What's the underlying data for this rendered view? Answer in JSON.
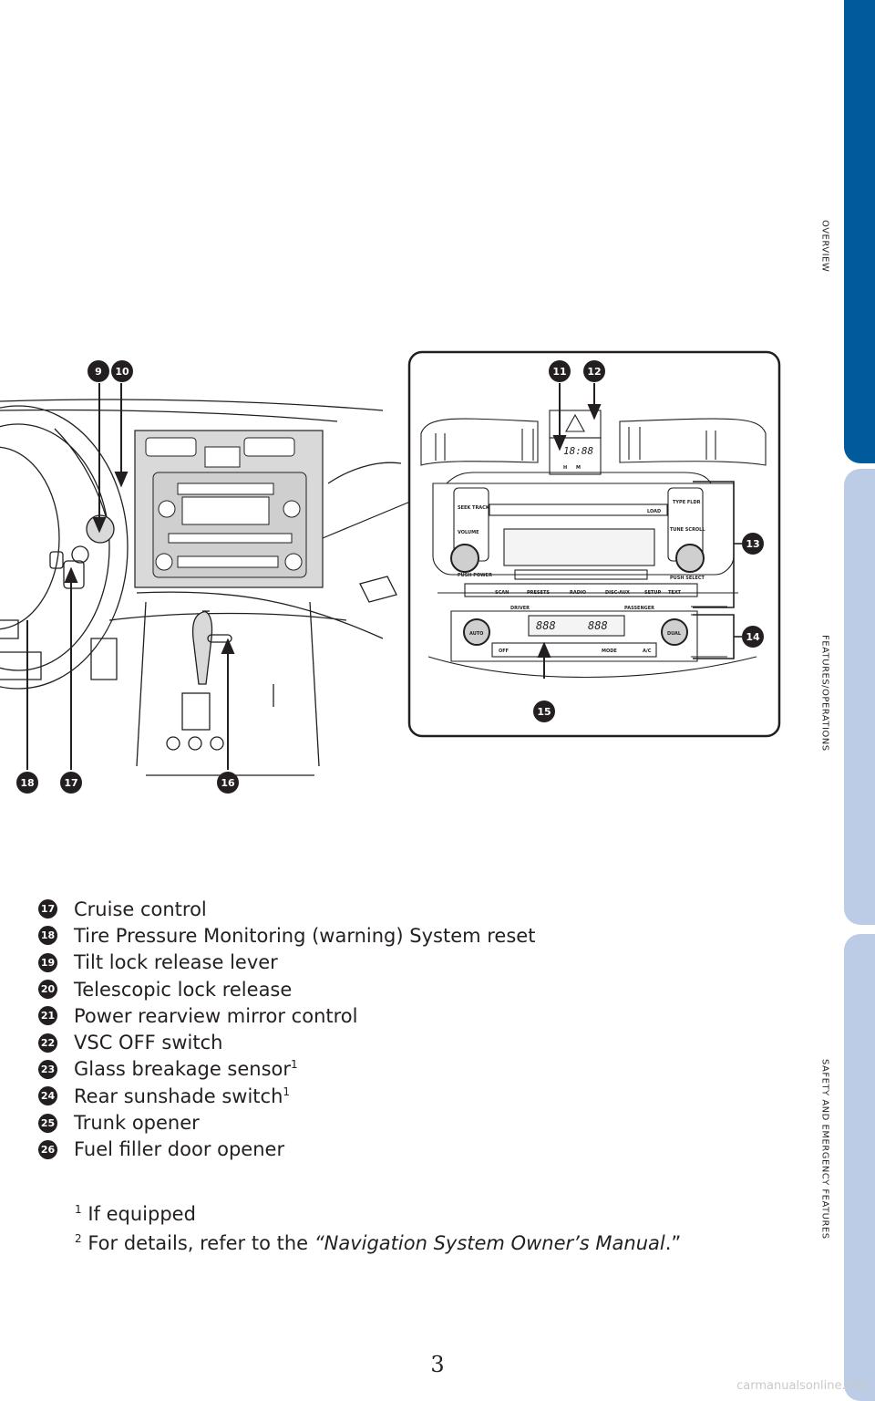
{
  "tabs": [
    {
      "label": "OVERVIEW",
      "color": "#005a9c"
    },
    {
      "label": "FEATURES/OPERATIONS",
      "color": "#bccbe6"
    },
    {
      "label": "SAFETY AND EMERGENCY FEATURES",
      "color": "#bccbe6"
    }
  ],
  "callouts": {
    "c9": "9",
    "c10": "10",
    "c11": "11",
    "c12": "12",
    "c13": "13",
    "c14": "14",
    "c15": "15",
    "c16": "16",
    "c17": "17",
    "c18": "18"
  },
  "panel_labels": {
    "seek_track": "SEEK TRACK",
    "volume": "VOLUME",
    "push_power": "PUSH POWER",
    "load": "LOAD",
    "type_fldr": "TYPE FLDR",
    "tune_scroll": "TUNE SCROLL",
    "push_select": "PUSH SELECT",
    "scan": "SCAN",
    "presets": "PRESETS",
    "radio": "RADIO",
    "disc_aux": "DISC·AUX",
    "setup": "SETUP",
    "text": "TEXT",
    "auto": "AUTO",
    "dual": "DUAL",
    "off": "OFF",
    "mode": "MODE",
    "ac": "A/C",
    "driver": "DRIVER",
    "passenger": "PASSENGER",
    "clock": "18:88",
    "climate_left": "888",
    "climate_right": "888",
    "h": "H",
    "m": "M"
  },
  "legend": [
    {
      "num": "17",
      "text": "Cruise control",
      "sup": ""
    },
    {
      "num": "18",
      "text": "Tire Pressure Monitoring (warning) System reset",
      "sup": ""
    },
    {
      "num": "19",
      "text": "Tilt lock release lever",
      "sup": ""
    },
    {
      "num": "20",
      "text": "Telescopic lock release",
      "sup": ""
    },
    {
      "num": "21",
      "text": "Power rearview mirror control",
      "sup": ""
    },
    {
      "num": "22",
      "text": "VSC OFF switch",
      "sup": ""
    },
    {
      "num": "23",
      "text": "Glass breakage sensor",
      "sup": "1"
    },
    {
      "num": "24",
      "text": "Rear sunshade switch",
      "sup": "1"
    },
    {
      "num": "25",
      "text": "Trunk opener",
      "sup": ""
    },
    {
      "num": "26",
      "text": "Fuel filler door opener",
      "sup": ""
    }
  ],
  "footnotes": {
    "fn1_mark": "1",
    "fn1_text": "If equipped",
    "fn2_mark": "2",
    "fn2_pre": "For details, refer to the ",
    "fn2_italic": "“Navigation System Owner’s Manual",
    "fn2_post": ".”"
  },
  "page_number": "3",
  "watermark": "carmanualsonline.info"
}
